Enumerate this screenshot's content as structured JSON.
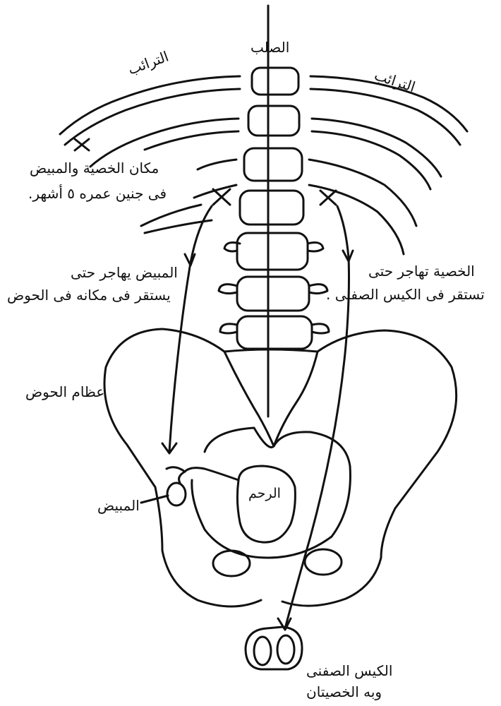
{
  "labels": {
    "spine": "الصلب",
    "ribs_left": "الترائب",
    "ribs_right": "الترائب",
    "origin_line1": "مكان الخصية والمبيض",
    "origin_line2": "فى جنين عمره ٥ أشهر.",
    "ovary_path_line1": "المبيض يهاجر حتى",
    "ovary_path_line2": "يستقر فى مكانه فى الحوض",
    "testis_path_line1": "الخصية تهاجر حتى",
    "testis_path_line2": "تستقر فى الكيس الصفنى .",
    "pelvis": "عظام الحوض",
    "ovary": "المبيض",
    "uterus": "الرحم",
    "scrotum_line1": "الكيس الصفنى",
    "scrotum_line2": "وبه الخصيتان"
  },
  "colors": {
    "ink": "#111111",
    "paper": "#ffffff"
  },
  "markers": {
    "origin_marks": [
      "x-mark",
      "x-mark",
      "x-mark"
    ]
  }
}
